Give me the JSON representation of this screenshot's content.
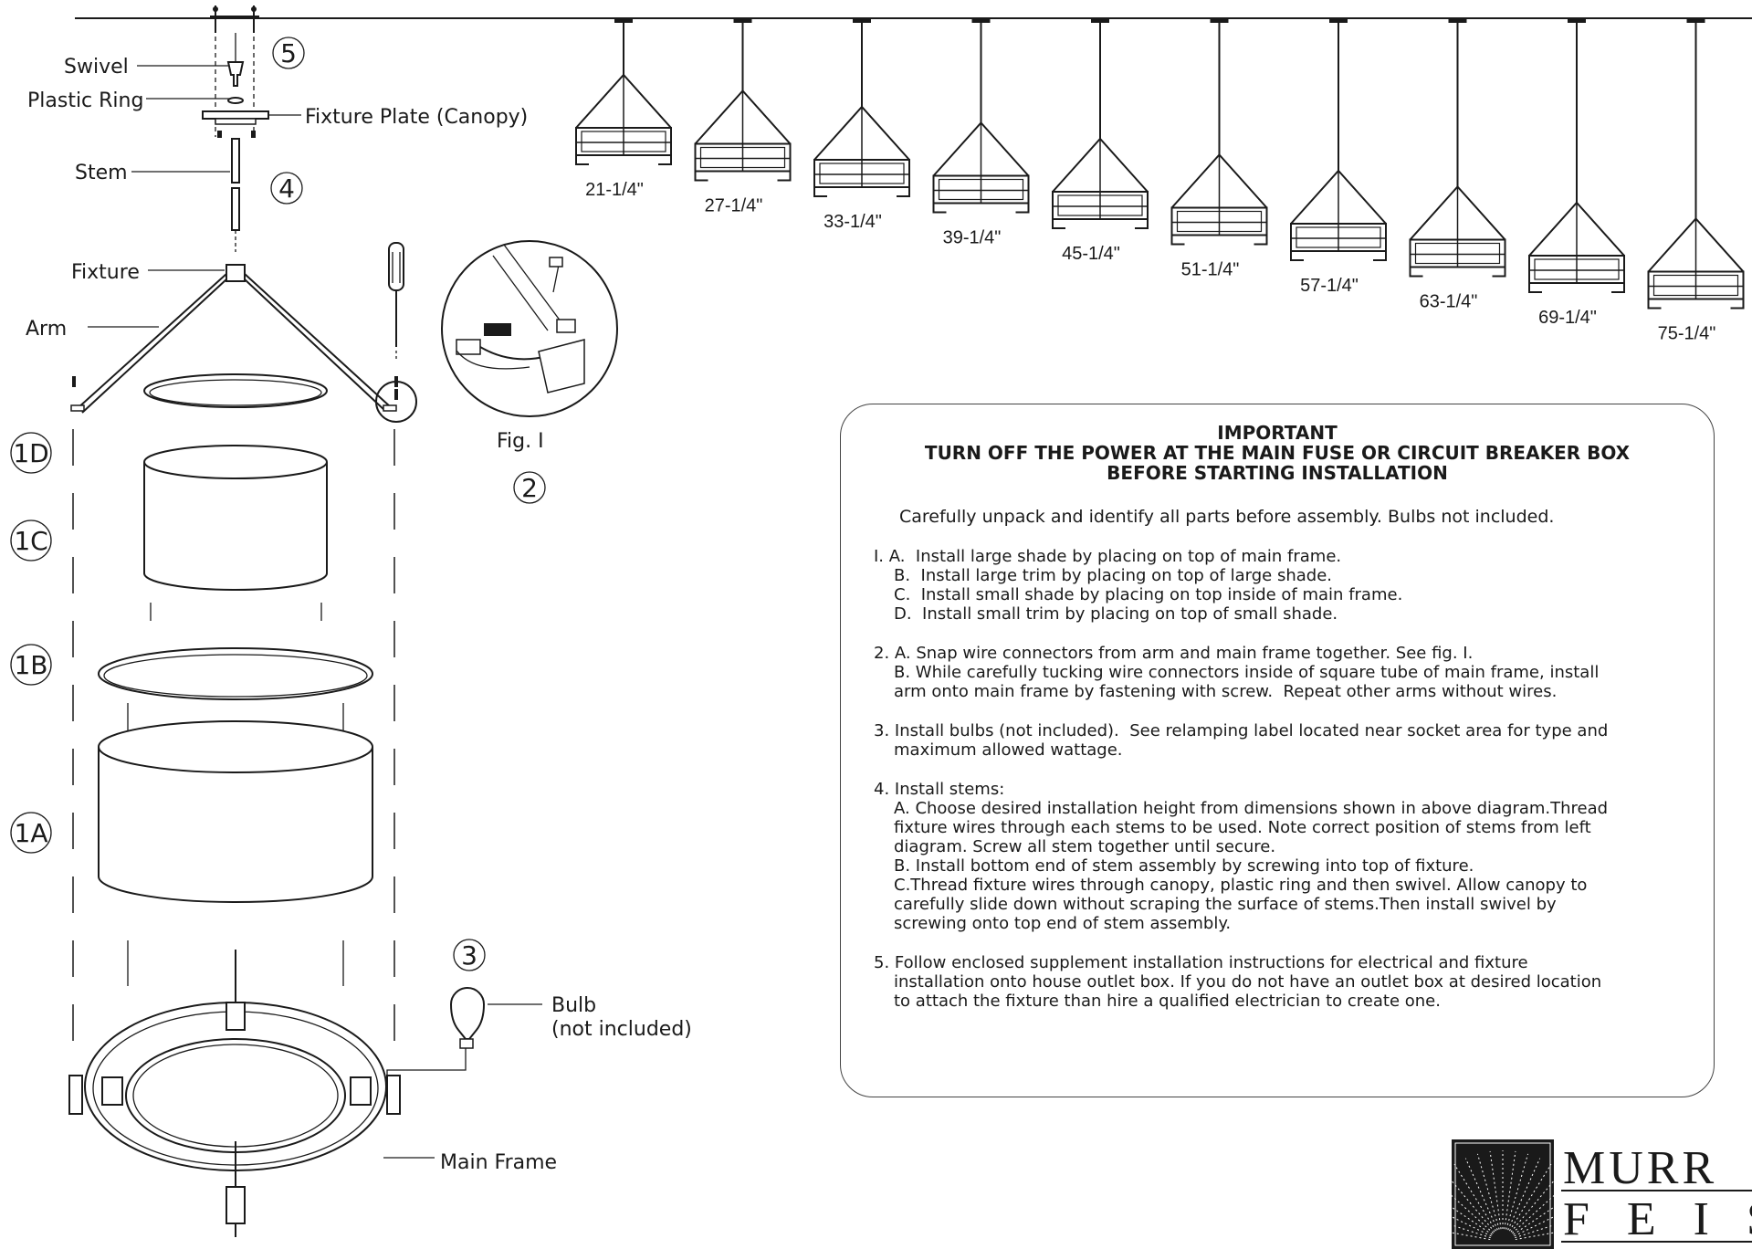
{
  "parts": {
    "swivel": "Swivel",
    "plastic_ring": "Plastic Ring",
    "fixture_plate": "Fixture Plate (Canopy)",
    "stem": "Stem",
    "fixture": "Fixture",
    "arm": "Arm",
    "fig": "Fig. I",
    "bulb_line1": "Bulb",
    "bulb_line2": "(not included)",
    "main_frame": "Main Frame"
  },
  "step_markers": {
    "s5": "5",
    "s4": "4",
    "s2": "2",
    "s3": "3",
    "s1d": "1D",
    "s1c": "1C",
    "s1b": "1B",
    "s1a": "1A"
  },
  "heights": [
    "21-1/4\"",
    "27-1/4\"",
    "33-1/4\"",
    "39-1/4\"",
    "45-1/4\"",
    "51-1/4\"",
    "57-1/4\"",
    "63-1/4\"",
    "69-1/4\"",
    "75-1/4\""
  ],
  "important": {
    "title": "IMPORTANT",
    "line2": "TURN OFF THE POWER AT THE MAIN FUSE OR CIRCUIT BREAKER BOX",
    "line3": "BEFORE STARTING INSTALLATION",
    "intro": "Carefully unpack and identify all parts before assembly.  Bulbs not included.",
    "step1": [
      "I. A.  Install large shade by placing on top of main frame.",
      "B.  Install large trim by placing on top of large shade.",
      "C.  Install small shade by placing on top inside of main frame.",
      "D.  Install small trim by placing on top of small shade."
    ],
    "step2": [
      "2. A. Snap wire connectors from arm and main frame together. See fig. I.",
      "B. While carefully tucking wire connectors inside of square tube of main frame, install",
      "arm onto main frame by fastening with screw.  Repeat other arms without wires."
    ],
    "step3": [
      "3. Install bulbs (not included).  See relamping label located near socket area for type and",
      "maximum allowed wattage."
    ],
    "step4": [
      "4. Install stems:",
      "A. Choose desired installation height from dimensions shown in above diagram.Thread",
      "fixture wires through each stems to be used. Note correct position of stems from left",
      "diagram. Screw all stem together until secure.",
      "B. Install bottom end of stem assembly by screwing into top of fixture.",
      "C.Thread fixture wires through canopy, plastic ring and then swivel. Allow canopy to",
      "carefully slide down without scraping the surface of stems.Then install swivel by",
      "screwing onto top end of stem assembly."
    ],
    "step5": [
      "5. Follow enclosed supplement installation instructions for electrical and fixture",
      "installation onto house outlet box. If you do not have an outlet box at desired location",
      "to attach the fixture than hire a qualified electrician to create one."
    ]
  },
  "logo": {
    "line1": "MURR",
    "line2": "F E I S"
  }
}
